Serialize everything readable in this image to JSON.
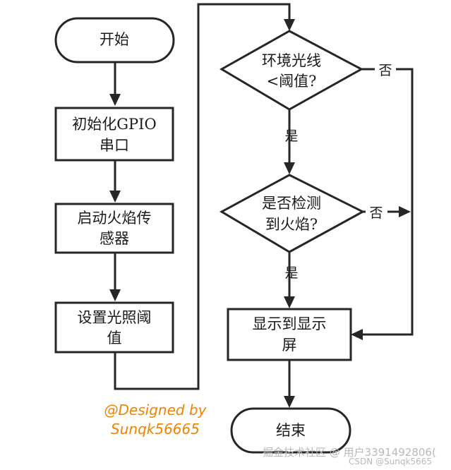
{
  "flowchart": {
    "start": "开始",
    "init": [
      "初始化GPIO",
      "串口"
    ],
    "sensor": [
      "启动火焰传",
      "感器"
    ],
    "threshold": [
      "设置光照阈",
      "值"
    ],
    "decision1": [
      "环境光线",
      "<阈值?"
    ],
    "decision2": [
      "是否检测",
      "到火焰?"
    ],
    "display": [
      "显示到显示",
      "屏"
    ],
    "end": "结束",
    "yes_label": "是",
    "no_label": "否"
  },
  "credit": {
    "line1": "@Designed by",
    "line2": "Sunqk56665"
  },
  "watermark": {
    "juejin": "掘金技术社区 @ 用户3391492806(",
    "csdn": "CSDN @Sunqk5665"
  }
}
